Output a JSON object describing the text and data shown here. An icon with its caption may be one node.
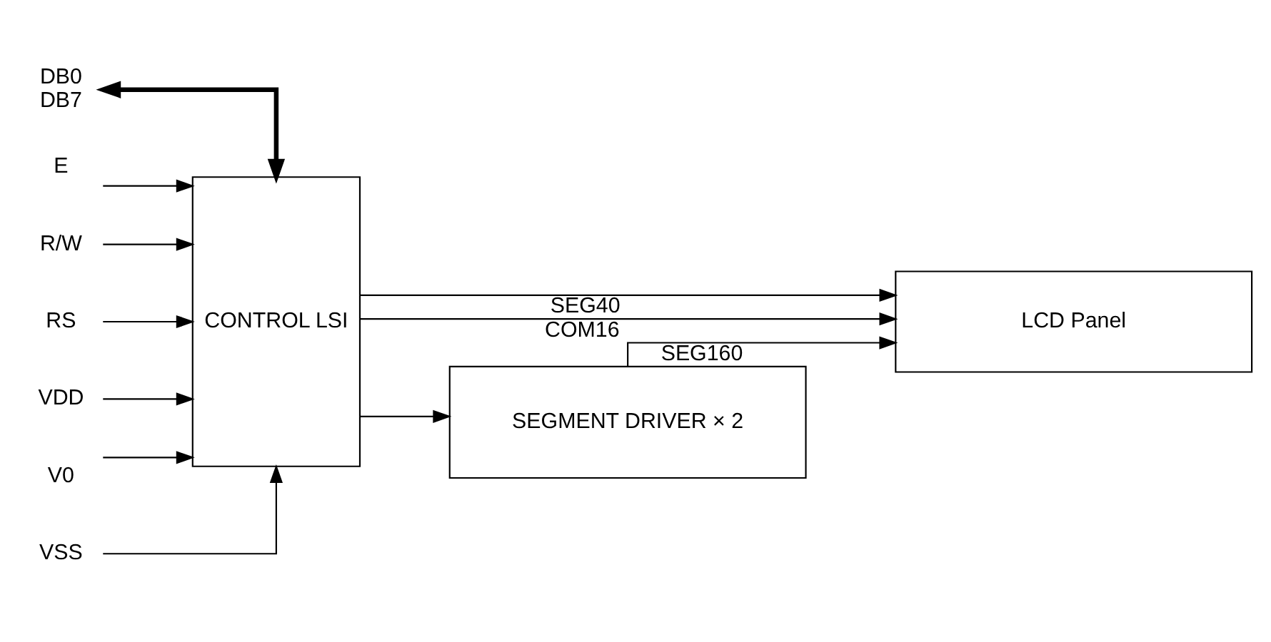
{
  "diagram": {
    "nodes": [
      {
        "text": [
          "CONTROL LSI"
        ]
      },
      {
        "text": [
          "LCD Panel"
        ]
      },
      {
        "text": [
          "SEGMENT DRIVER × 2"
        ]
      },
      {
        "text": [
          "DB0",
          "DB7"
        ]
      },
      {
        "text": [
          "E"
        ]
      },
      {
        "text": [
          "R/W"
        ]
      },
      {
        "text": [
          "RS"
        ]
      },
      {
        "text": [
          "VDD"
        ]
      },
      {
        "text": [
          "V0"
        ]
      },
      {
        "text": [
          "VSS"
        ]
      }
    ],
    "edges": [
      {
        "from": 3,
        "to": 0,
        "arrow": "both",
        "style": "thick"
      },
      {
        "from": 4,
        "to": 0,
        "arrow": "to"
      },
      {
        "from": 5,
        "to": 0,
        "arrow": "to"
      },
      {
        "from": 6,
        "to": 0,
        "arrow": "to"
      },
      {
        "from": 7,
        "to": 0,
        "arrow": "to"
      },
      {
        "from": 8,
        "to": 0,
        "arrow": "to"
      },
      {
        "from": 9,
        "to": 0,
        "arrow": "to"
      },
      {
        "from": 0,
        "to": 1,
        "arrow": "to",
        "label": "COM16"
      },
      {
        "from": 0,
        "to": 1,
        "arrow": "to",
        "label": "SEG40"
      },
      {
        "from": 0,
        "to": 2,
        "arrow": "to"
      },
      {
        "from": 2,
        "to": 1,
        "arrow": "to",
        "label": "SEG160"
      }
    ]
  }
}
